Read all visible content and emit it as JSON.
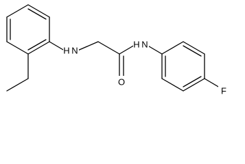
{
  "molecule": {
    "atoms": {
      "nh_amine": "H N",
      "nh_amide": "H N",
      "oxygen": "O",
      "fluorine": "F"
    }
  },
  "colors": {
    "bond": "#000000",
    "background": "#ffffff"
  }
}
